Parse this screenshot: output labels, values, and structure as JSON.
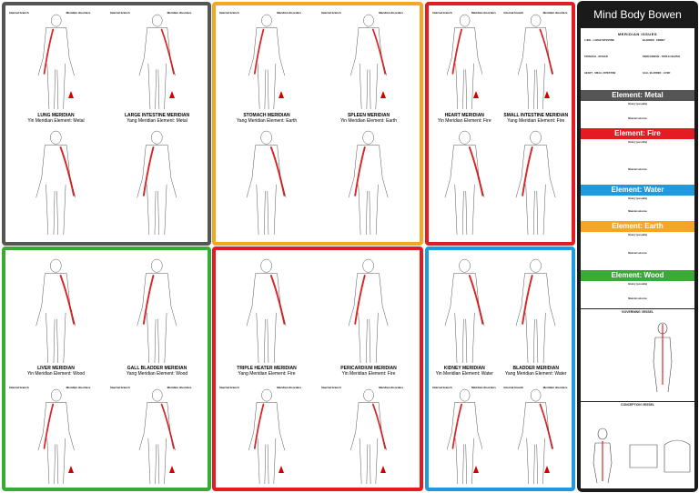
{
  "side": {
    "title": "Mind Body Bowen",
    "meridian_issues": "MERIDIAN ISSUES",
    "pairs": [
      [
        "LUNG - LARGE INTESTINE",
        "BLADDER - KIDNEY"
      ],
      [
        "STOMACH - SPLEEN",
        "PERICARDIUM - TRIPLE HEATER"
      ],
      [
        "HEART - SMALL INTESTINE",
        "GALL BLADDER - LIVER"
      ]
    ],
    "elements": [
      {
        "name": "Element: Metal",
        "color": "#555555"
      },
      {
        "name": "Element: Fire",
        "color": "#e31b23"
      },
      {
        "name": "Element: Water",
        "color": "#1e9be0"
      },
      {
        "name": "Element: Earth",
        "color": "#f6a623"
      },
      {
        "name": "Element: Wood",
        "color": "#3aa935"
      }
    ],
    "history_label": "History (possible)",
    "material_label": "Material outcome",
    "governing": "GOVERNING VESSEL",
    "conception": "CONCEPTION VESSEL"
  },
  "panels": [
    {
      "color": "#555555",
      "titles": [
        [
          "LUNG MERIDIAN",
          "Yin Meridian",
          "Element: Metal"
        ],
        [
          "LARGE INTESTINE MERIDIAN",
          "Yang Meridian",
          "Element: Metal"
        ]
      ]
    },
    {
      "color": "#f6a623",
      "titles": [
        [
          "STOMACH MERIDIAN",
          "Yang Meridian",
          "Element: Earth"
        ],
        [
          "SPLEEN MERIDIAN",
          "Yin Meridian",
          "Element: Earth"
        ]
      ]
    },
    {
      "color": "#e31b23",
      "titles": [
        [
          "HEART MERIDIAN",
          "Yin Meridian",
          "Element: Fire"
        ],
        [
          "SMALL INTESTINE MERIDIAN",
          "Yang Meridian",
          "Element: Fire"
        ]
      ]
    },
    {
      "color": "#3aa935",
      "titles": [
        [
          "LIVER MERIDIAN",
          "Yin Meridian",
          "Element: Wood"
        ],
        [
          "GALL BLADDER MERIDIAN",
          "Yang Meridian",
          "Element: Wood"
        ]
      ]
    },
    {
      "color": "#e31b23",
      "titles": [
        [
          "TRIPLE HEATER MERIDIAN",
          "Yang Meridian",
          "Element: Fire"
        ],
        [
          "PERICARDIUM MERIDIAN",
          "Yin Meridian",
          "Element: Fire"
        ]
      ]
    },
    {
      "color": "#1e9be0",
      "titles": [
        [
          "KIDNEY MERIDIAN",
          "Yin Meridian",
          "Element: Water"
        ],
        [
          "BLADDER MERIDIAN",
          "Yang Meridian",
          "Element: Water"
        ]
      ]
    }
  ],
  "labels": {
    "internal": "Internal branch",
    "disorders": "Meridian disorders"
  }
}
